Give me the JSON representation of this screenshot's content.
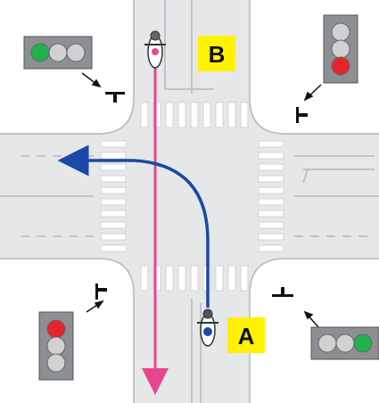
{
  "vehicles": {
    "a": {
      "label": "A"
    },
    "b": {
      "label": "B"
    }
  },
  "traffic_lights": {
    "top_left": {
      "orientation": "horizontal",
      "lit": "left",
      "lit_color": "green"
    },
    "top_right": {
      "orientation": "vertical",
      "lit": "bottom",
      "lit_color": "red"
    },
    "bottom_left": {
      "orientation": "vertical",
      "lit": "top",
      "lit_color": "red"
    },
    "bottom_right": {
      "orientation": "horizontal",
      "lit": "right",
      "lit_color": "green"
    }
  },
  "paths": {
    "vehicle_a": {
      "color": "#1a4aa3",
      "maneuver": "left-turn"
    },
    "vehicle_b": {
      "color": "#e8468c",
      "maneuver": "straight"
    }
  },
  "colors": {
    "road": "#e6e7e8",
    "road_edge": "#b5b7ba",
    "light_box": "#8c8f93",
    "lamp_off": "#cfd1d3",
    "lamp_red": "#e3242b",
    "lamp_green": "#22b14c",
    "label_bg": "#fff200"
  }
}
